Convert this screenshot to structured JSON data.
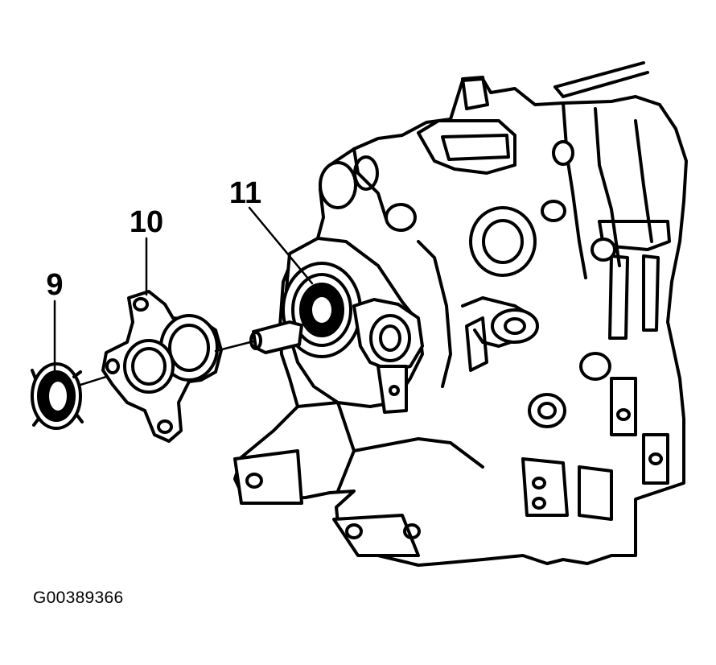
{
  "figure": {
    "callouts": [
      {
        "id": "9",
        "label": "9"
      },
      {
        "id": "10",
        "label": "10"
      },
      {
        "id": "11",
        "label": "11"
      }
    ],
    "caption": "G00389366"
  },
  "colors": {
    "ink": "#000000",
    "paper": "#ffffff"
  },
  "icons": {
    "part-9": "seal-ring-icon",
    "part-10": "flange-housing-icon",
    "part-11": "bearing-bore-icon",
    "assembly": "transmission-case-icon"
  }
}
